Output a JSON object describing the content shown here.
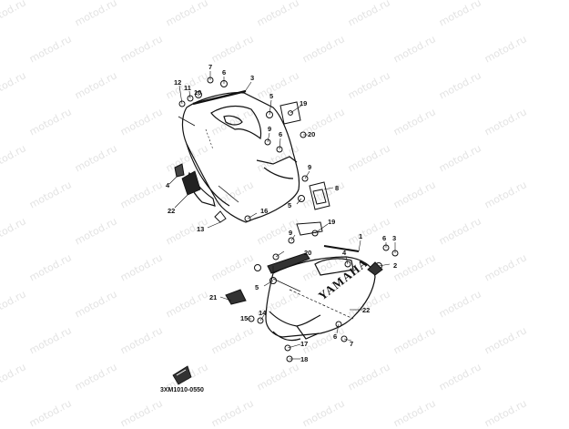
{
  "diagram": {
    "watermark_text": "motod.ru",
    "code": "3XM1010-0550",
    "brand_text": "YAMAHA",
    "callouts_upper": [
      "7",
      "6",
      "3",
      "12",
      "11",
      "10",
      "5",
      "19",
      "9",
      "6",
      "20",
      "4",
      "9",
      "8",
      "22",
      "5",
      "16",
      "13"
    ],
    "callouts_lower": [
      "19",
      "1",
      "6",
      "9",
      "20",
      "3",
      "4",
      "2",
      "5",
      "21",
      "22",
      "15",
      "14",
      "6",
      "7",
      "17",
      "18"
    ]
  }
}
